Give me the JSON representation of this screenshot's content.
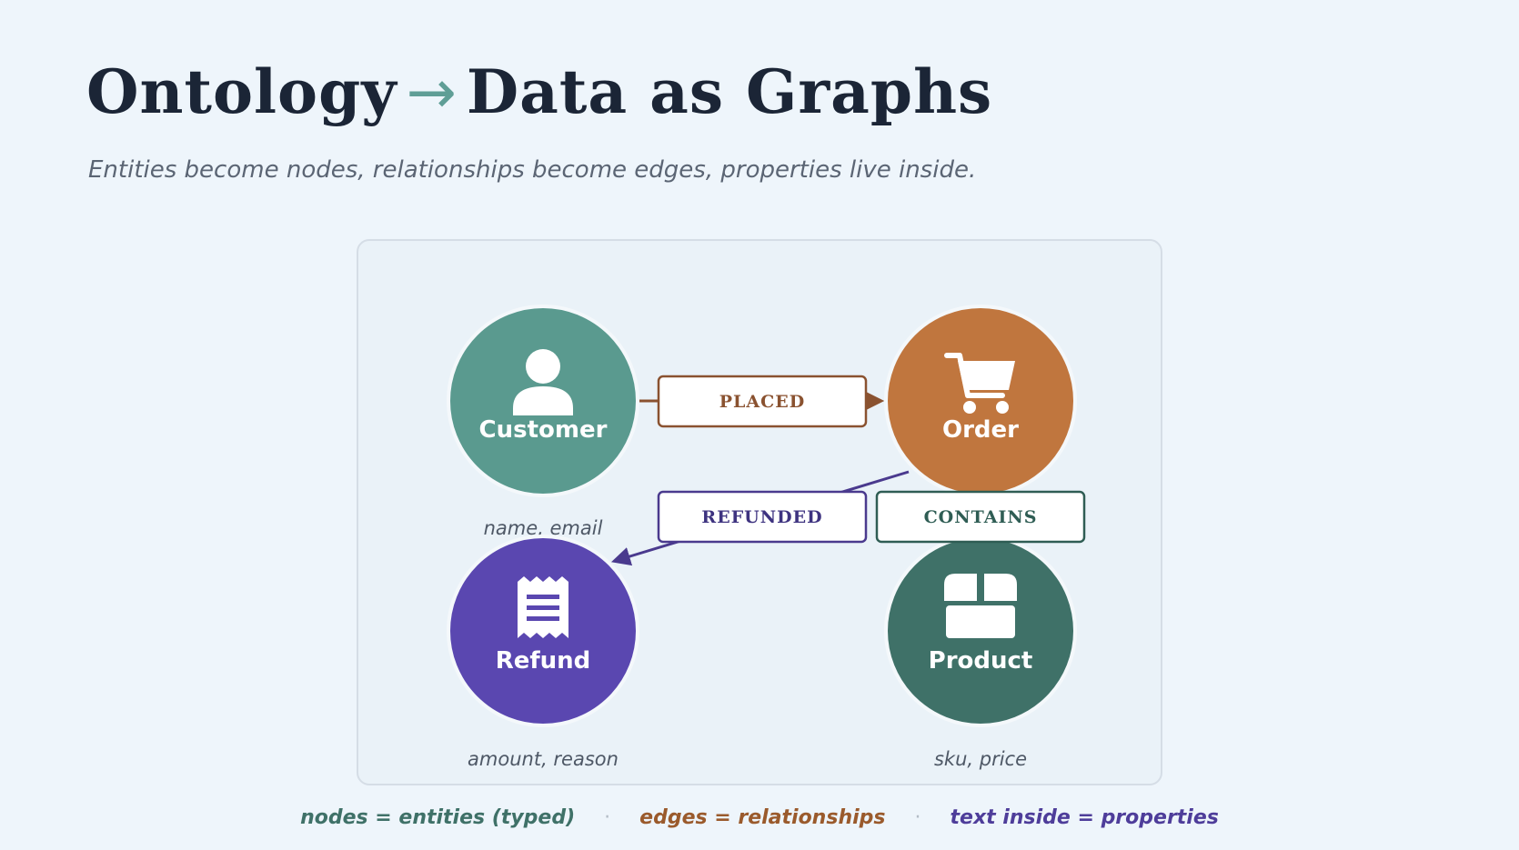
{
  "title": {
    "left": "Ontology",
    "arrow": "→",
    "right": "Data as Graphs"
  },
  "subtitle": "Entities become nodes, relationships become edges, properties live inside.",
  "colors": {
    "customer": "#5a9a8f",
    "order": "#c0763e",
    "refund": "#5a47b0",
    "product": "#3f7168",
    "edge_placed": "#8a5230",
    "edge_refunded": "#4a3a8e",
    "edge_contains": "#2f5d54"
  },
  "nodes": [
    {
      "id": "customer",
      "label": "Customer",
      "icon": "person-icon",
      "properties": "name, email"
    },
    {
      "id": "order",
      "label": "Order",
      "icon": "shopping-cart-icon",
      "properties": ""
    },
    {
      "id": "refund",
      "label": "Refund",
      "icon": "receipt-icon",
      "properties": "amount, reason"
    },
    {
      "id": "product",
      "label": "Product",
      "icon": "box-icon",
      "properties": "sku, price"
    }
  ],
  "edges": [
    {
      "label": "PLACED",
      "from": "customer",
      "to": "order"
    },
    {
      "label": "REFUNDED",
      "from": "order",
      "to": "refund"
    },
    {
      "label": "CONTAINS",
      "from": "order",
      "to": "product"
    }
  ],
  "legend": [
    {
      "text": "nodes = entities (typed)",
      "color": "#3f7168"
    },
    {
      "text": "edges = relationships",
      "color": "#9a5a2c"
    },
    {
      "text": "text inside = properties",
      "color": "#4e3d9a"
    }
  ],
  "legend_separator": "·"
}
